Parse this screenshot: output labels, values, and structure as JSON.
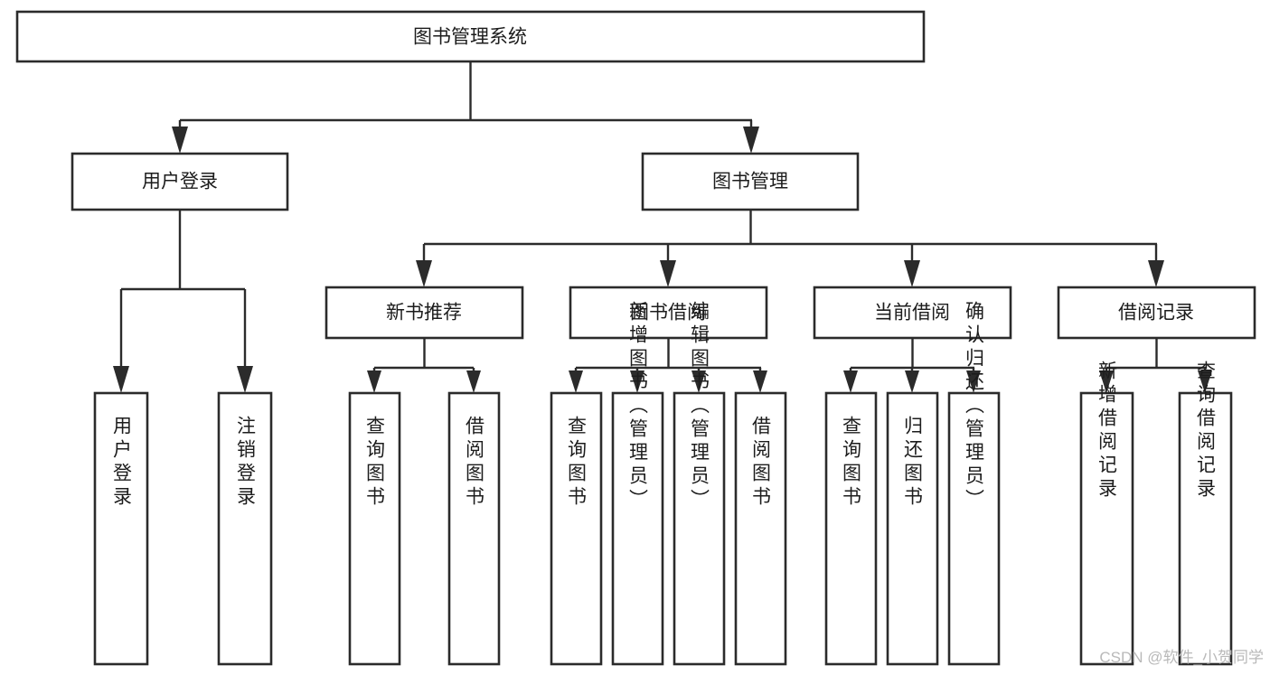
{
  "diagram": {
    "type": "tree-hierarchy",
    "title": "图书管理系统",
    "orientation": "top-down",
    "root": {
      "label": "图书管理系统",
      "level": 0
    },
    "level2": [
      {
        "label": "用户登录"
      },
      {
        "label": "图书管理"
      }
    ],
    "level3": [
      {
        "label": "新书推荐",
        "parent": "图书管理"
      },
      {
        "label": "图书借阅",
        "parent": "图书管理"
      },
      {
        "label": "当前借阅",
        "parent": "图书管理"
      },
      {
        "label": "借阅记录",
        "parent": "图书管理"
      }
    ],
    "leaves": [
      {
        "label": "用户登录",
        "parent": "用户登录"
      },
      {
        "label": "注销登录",
        "parent": "用户登录"
      },
      {
        "label": "查询图书",
        "parent": "新书推荐"
      },
      {
        "label": "借阅图书",
        "parent": "新书推荐"
      },
      {
        "label": "查询图书",
        "parent": "图书借阅"
      },
      {
        "label": "新增图书（管理员）",
        "parent": "图书借阅"
      },
      {
        "label": "编辑图书（管理员）",
        "parent": "图书借阅"
      },
      {
        "label": "借阅图书",
        "parent": "图书借阅"
      },
      {
        "label": "查询图书",
        "parent": "当前借阅"
      },
      {
        "label": "归还图书",
        "parent": "当前借阅"
      },
      {
        "label": "确认归还（管理员）",
        "parent": "当前借阅"
      },
      {
        "label": "新增借阅记录",
        "parent": "借阅记录"
      },
      {
        "label": "查询借阅记录",
        "parent": "借阅记录"
      }
    ]
  },
  "watermark": {
    "text": "CSDN @软件_小贺同学"
  },
  "colors": {
    "stroke": "#2b2b2b",
    "fill": "#ffffff",
    "text": "#1c1c1c",
    "watermark": "#b9b9b9"
  }
}
